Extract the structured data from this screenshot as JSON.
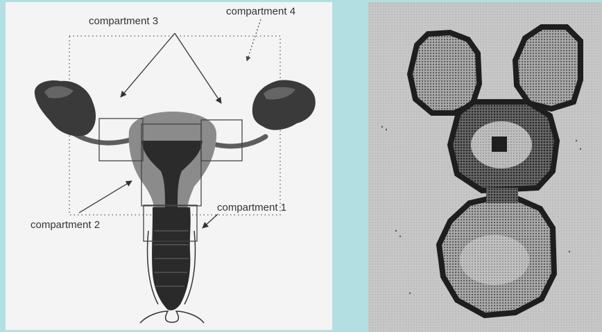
{
  "labels": {
    "compartment_1": "compartment 1",
    "compartment_2": "compartment 2",
    "compartment_3": "compartment 3",
    "compartment_4": "compartment 4"
  },
  "colors": {
    "page_background": "#b3dfe3",
    "diagram_background": "#f4f4f4",
    "scan_background": "#c9c9c9",
    "tissue_dark": "#2f2f2f",
    "tissue_mid": "#777777",
    "outline": "#444444"
  },
  "icons": {
    "left": "uterus-compartment-diagram",
    "right": "dot-matrix-compartment-scan"
  }
}
